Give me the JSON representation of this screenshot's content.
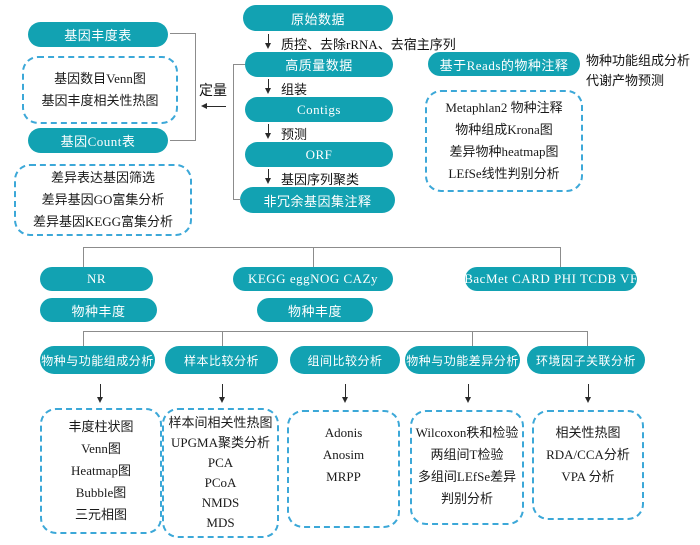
{
  "colors": {
    "node_teal": "#12a2b2",
    "dashed_border_blue": "#3ca8d8",
    "connector_gray": "#8c8c8c",
    "arrow_black": "#2a2a2a"
  },
  "left_branch": {
    "gene_abundance_table": "基因丰度表",
    "gene_abundance_outputs": [
      "基因数目Venn图",
      "基因丰度相关性热图"
    ],
    "gene_count_table": "基因Count表",
    "diff_gene_outputs": [
      "差异表达基因筛选",
      "差异基因GO富集分析",
      "差异基因KEGG富集分析"
    ],
    "quantify_label": "定量"
  },
  "main_flow": {
    "nodes": [
      "原始数据",
      "高质量数据",
      "Contigs",
      "ORF",
      "非冗余基因集注释"
    ],
    "steps": [
      "质控、去除rRNA、去宿主序列",
      "组装",
      "预测",
      "基因序列聚类"
    ]
  },
  "reads_branch": {
    "node": "基于Reads的物种注释",
    "side_notes": [
      "物种功能组成分析",
      "代谢产物预测"
    ],
    "outputs": [
      "Metaphlan2 物种注释",
      "物种组成Krona图",
      "差异物种heatmap图",
      "LEfSe线性判别分析"
    ]
  },
  "database_row": [
    "NR",
    "KEGG eggNOG CAZy",
    "BacMet CARD PHI TCDB VF"
  ],
  "abundance_row": [
    "物种丰度",
    "物种丰度"
  ],
  "analysis_row": [
    "物种与功能组成分析",
    "样本比较分析",
    "组间比较分析",
    "物种与功能差异分析",
    "环境因子关联分析"
  ],
  "result_boxes": [
    [
      "丰度柱状图",
      "Venn图",
      "Heatmap图",
      "Bubble图",
      "三元相图"
    ],
    [
      "样本间相关性热图",
      "UPGMA聚类分析",
      "PCA",
      "PCoA",
      "NMDS",
      "MDS"
    ],
    [
      "Adonis",
      "Anosim",
      "MRPP"
    ],
    [
      "Wilcoxon秩和检验",
      "两组间T检验",
      "多组间LEfSe差异",
      "判别分析"
    ],
    [
      "相关性热图",
      "RDA/CCA分析",
      "VPA 分析"
    ]
  ]
}
